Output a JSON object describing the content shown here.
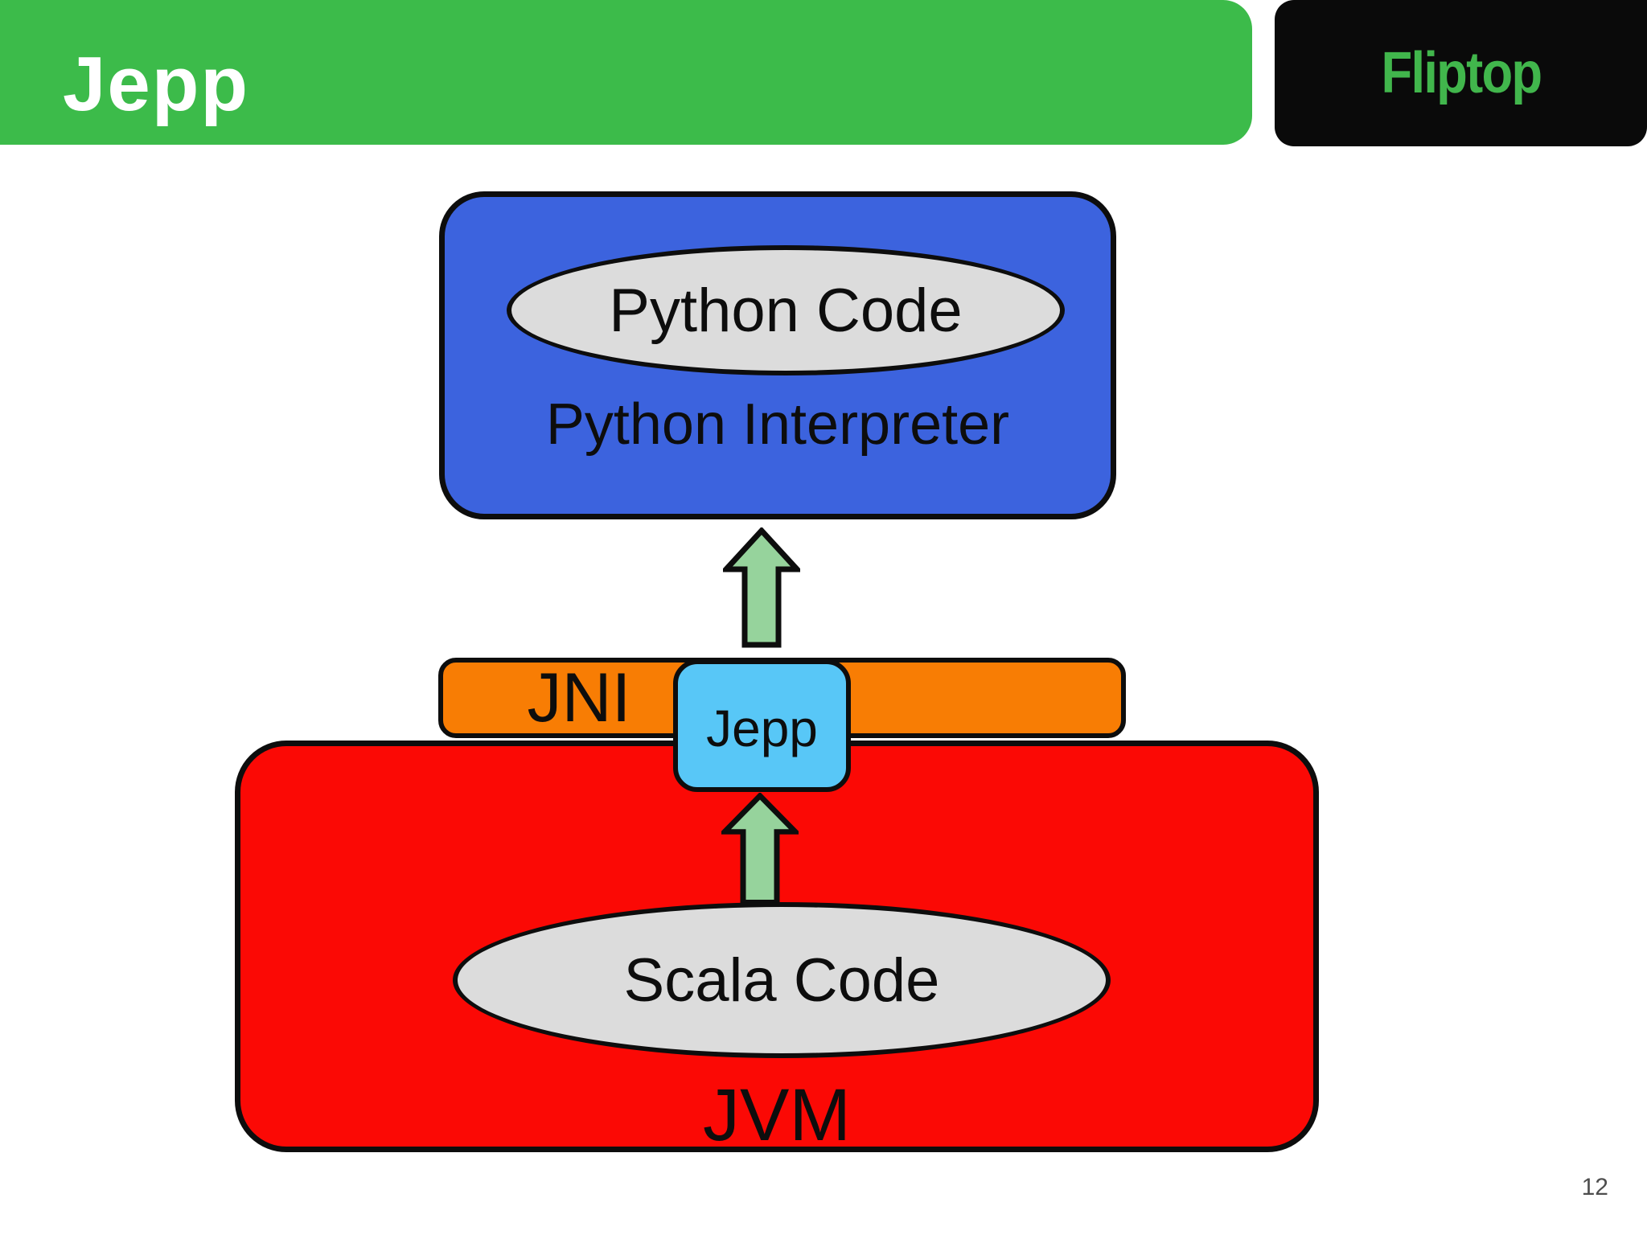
{
  "slide": {
    "title": "Jepp",
    "page_number": "12",
    "logo": {
      "text": "Fliptop"
    }
  },
  "diagram": {
    "python_box": {
      "code_label": "Python Code",
      "interpreter_label": "Python Interpreter"
    },
    "jni_bar": {
      "label": "JNI"
    },
    "jepp_box": {
      "label": "Jepp"
    },
    "jvm_box": {
      "code_label": "Scala Code",
      "label": "JVM"
    },
    "arrows": [
      {
        "name": "jni-to-python-interpreter",
        "direction": "up"
      },
      {
        "name": "scala-code-to-jepp",
        "direction": "up"
      }
    ]
  },
  "colors": {
    "header_green": "#3CBB4A",
    "logo_green": "#41B64C",
    "logo_black": "#0A0A0A",
    "title_white": "#FFFFFF",
    "python_blue": "#3C63DE",
    "jepp_cyan": "#58C7F7",
    "jni_orange": "#F87D04",
    "jvm_red": "#FB0905",
    "arrow_green": "#96D39C",
    "ellipse_gray": "#DCDCDC",
    "outline": "#0D0D0D",
    "page_gray": "#4D4D4D"
  }
}
